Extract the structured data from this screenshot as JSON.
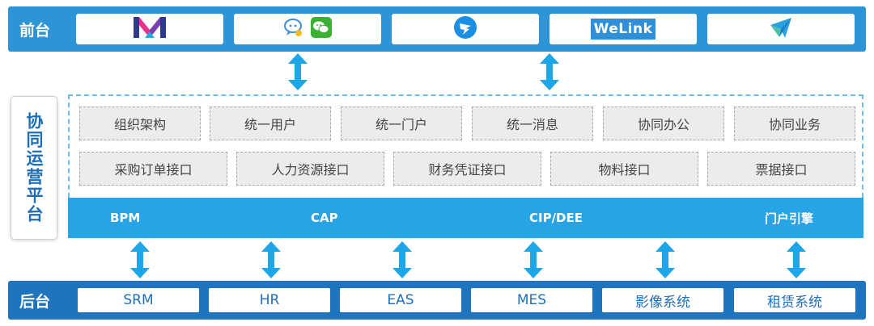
{
  "front": {
    "label": "前台",
    "apps": [
      {
        "icon": "m-logo-icon"
      },
      {
        "icon": "qq-icon",
        "icon2": "wechat-icon"
      },
      {
        "icon": "dingtalk-icon"
      },
      {
        "icon": "welink-logo",
        "text": "WeLink"
      },
      {
        "icon": "paper-plane-icon"
      }
    ]
  },
  "platform": {
    "label": "协同运营平台",
    "row1": [
      "组织架构",
      "统一用户",
      "统一门户",
      "统一消息",
      "协同办公",
      "协同业务"
    ],
    "row2": [
      "采购订单接口",
      "人力资源接口",
      "财务凭证接口",
      "物料接口",
      "票据接口"
    ],
    "engines": [
      "BPM",
      "CAP",
      "CIP/DEE",
      "门户引擎"
    ]
  },
  "back": {
    "label": "后台",
    "systems": [
      "SRM",
      "HR",
      "EAS",
      "MES",
      "影像系统",
      "租赁系统"
    ]
  },
  "colors": {
    "front_band": "#2d95d6",
    "back_band": "#1f74bd",
    "engine_bar": "#27a4e6",
    "arrow": "#1ea7e8",
    "frame_dash": "#6dbde8"
  }
}
